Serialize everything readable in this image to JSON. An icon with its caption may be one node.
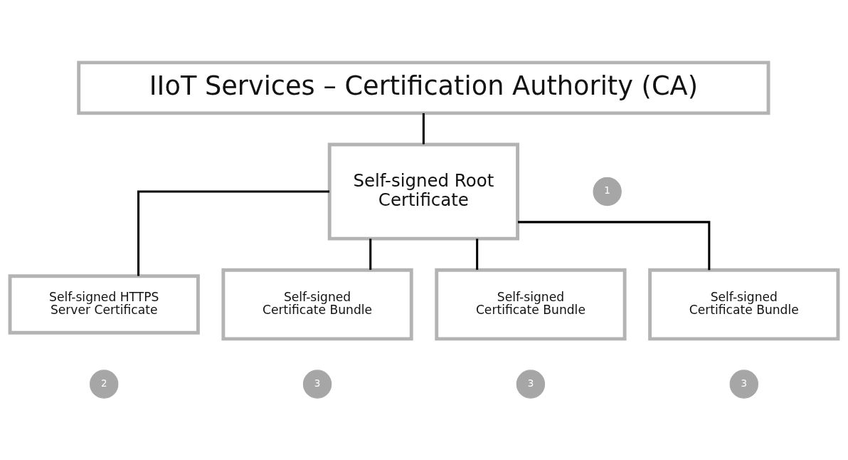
{
  "diagram": {
    "nodes": [
      {
        "text": [
          "IIoT Services – Certification Authority (CA)"
        ]
      },
      {
        "text": [
          "Self-signed Root Certificate"
        ]
      },
      {
        "text": [
          "1"
        ]
      },
      {
        "text": [
          "Self-signed HTTPS Server Certificate"
        ]
      },
      {
        "text": [
          "2"
        ]
      },
      {
        "text": [
          "Self-signed Certificate Bundle"
        ]
      },
      {
        "text": [
          "Self-signed Certificate Bundle"
        ]
      },
      {
        "text": [
          "Self-signed Certificate Bundle"
        ]
      },
      {
        "text": [
          "3"
        ]
      },
      {
        "text": [
          "3"
        ]
      },
      {
        "text": [
          "3"
        ]
      }
    ],
    "edges": [
      {
        "from": 0,
        "to": 1,
        "arrow": "none"
      },
      {
        "from": 1,
        "to": 3,
        "arrow": "none"
      },
      {
        "from": 1,
        "to": 5,
        "arrow": "none"
      },
      {
        "from": 1,
        "to": 6,
        "arrow": "none"
      },
      {
        "from": 1,
        "to": 7,
        "arrow": "none"
      }
    ]
  }
}
